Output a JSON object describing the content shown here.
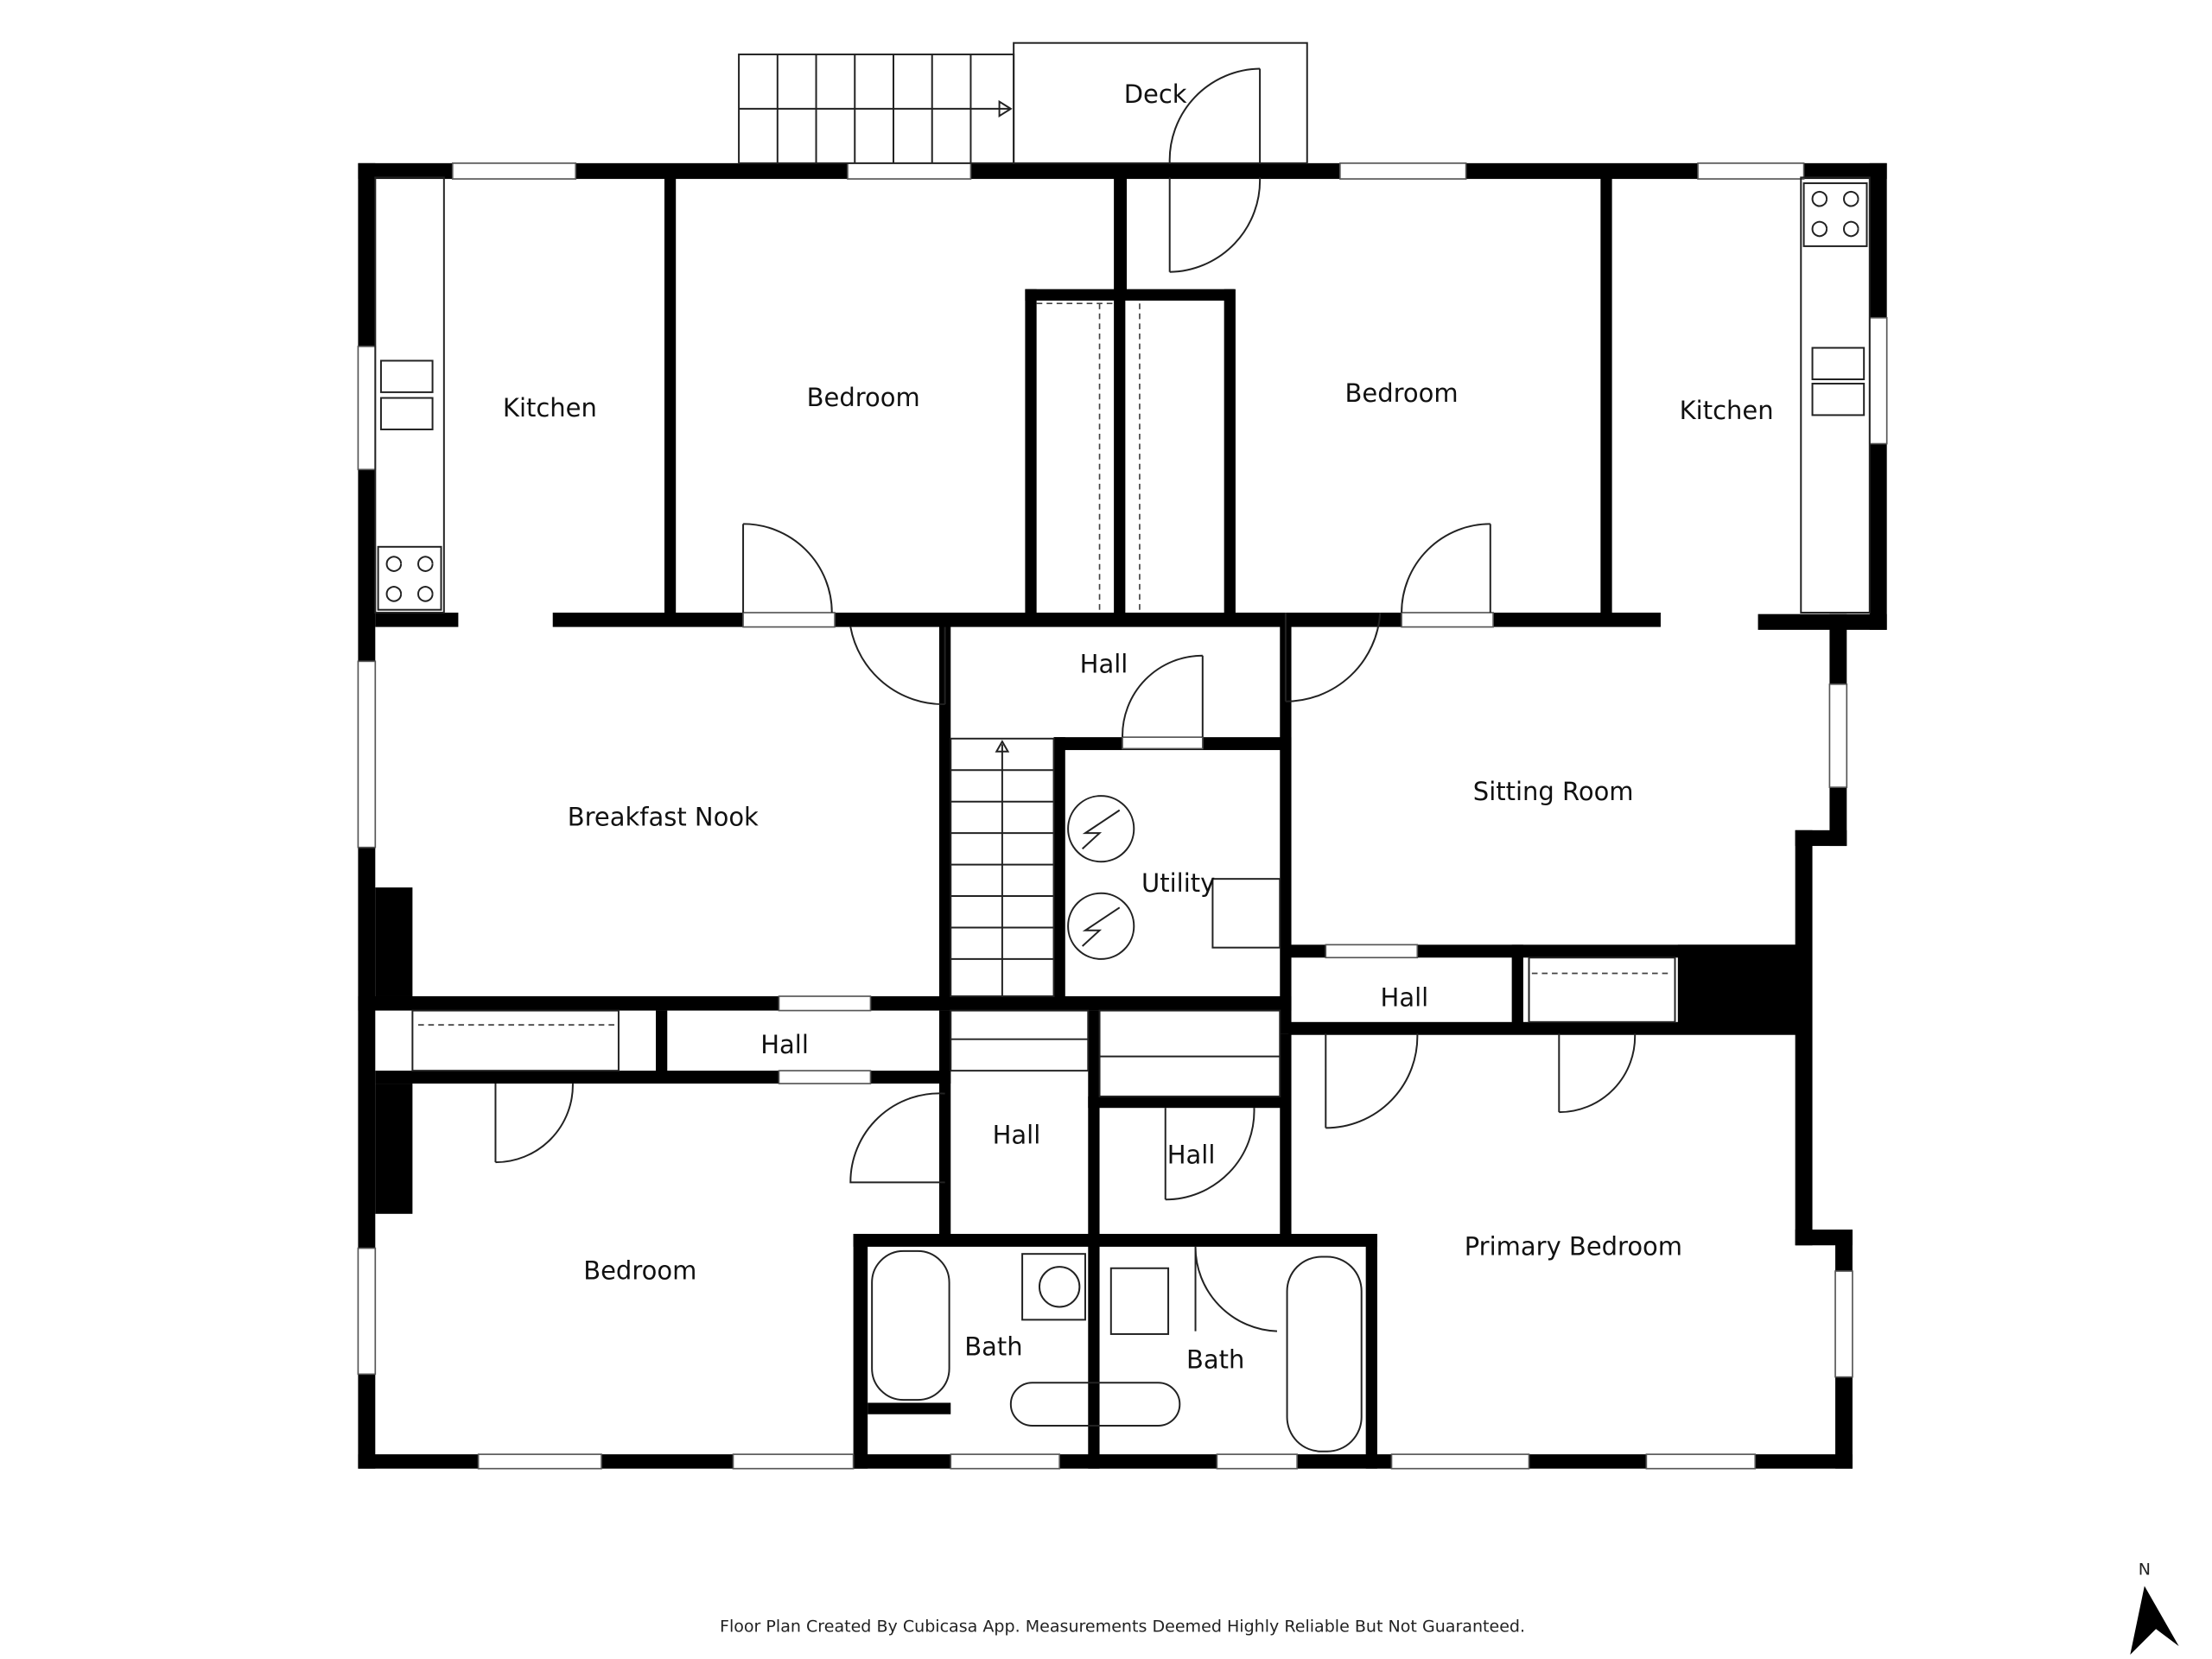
{
  "rooms": {
    "deck": "Deck",
    "kitchen_left": "Kitchen",
    "bedroom_top_left": "Bedroom",
    "bedroom_top_right": "Bedroom",
    "kitchen_right": "Kitchen",
    "hall_top": "Hall",
    "breakfast_nook": "Breakfast Nook",
    "utility": "Utility",
    "sitting_room": "Sitting Room",
    "hall_right": "Hall",
    "hall_left": "Hall",
    "hall_center": "Hall",
    "hall_center_right": "Hall",
    "bedroom_bottom_left": "Bedroom",
    "bath_left": "Bath",
    "bath_right": "Bath",
    "primary_bedroom": "Primary Bedroom"
  },
  "footer": "Floor Plan Created By Cubicasa App. Measurements Deemed Highly Reliable But Not Guaranteed.",
  "compass": {
    "label": "N",
    "icon": "north-arrow-icon"
  }
}
